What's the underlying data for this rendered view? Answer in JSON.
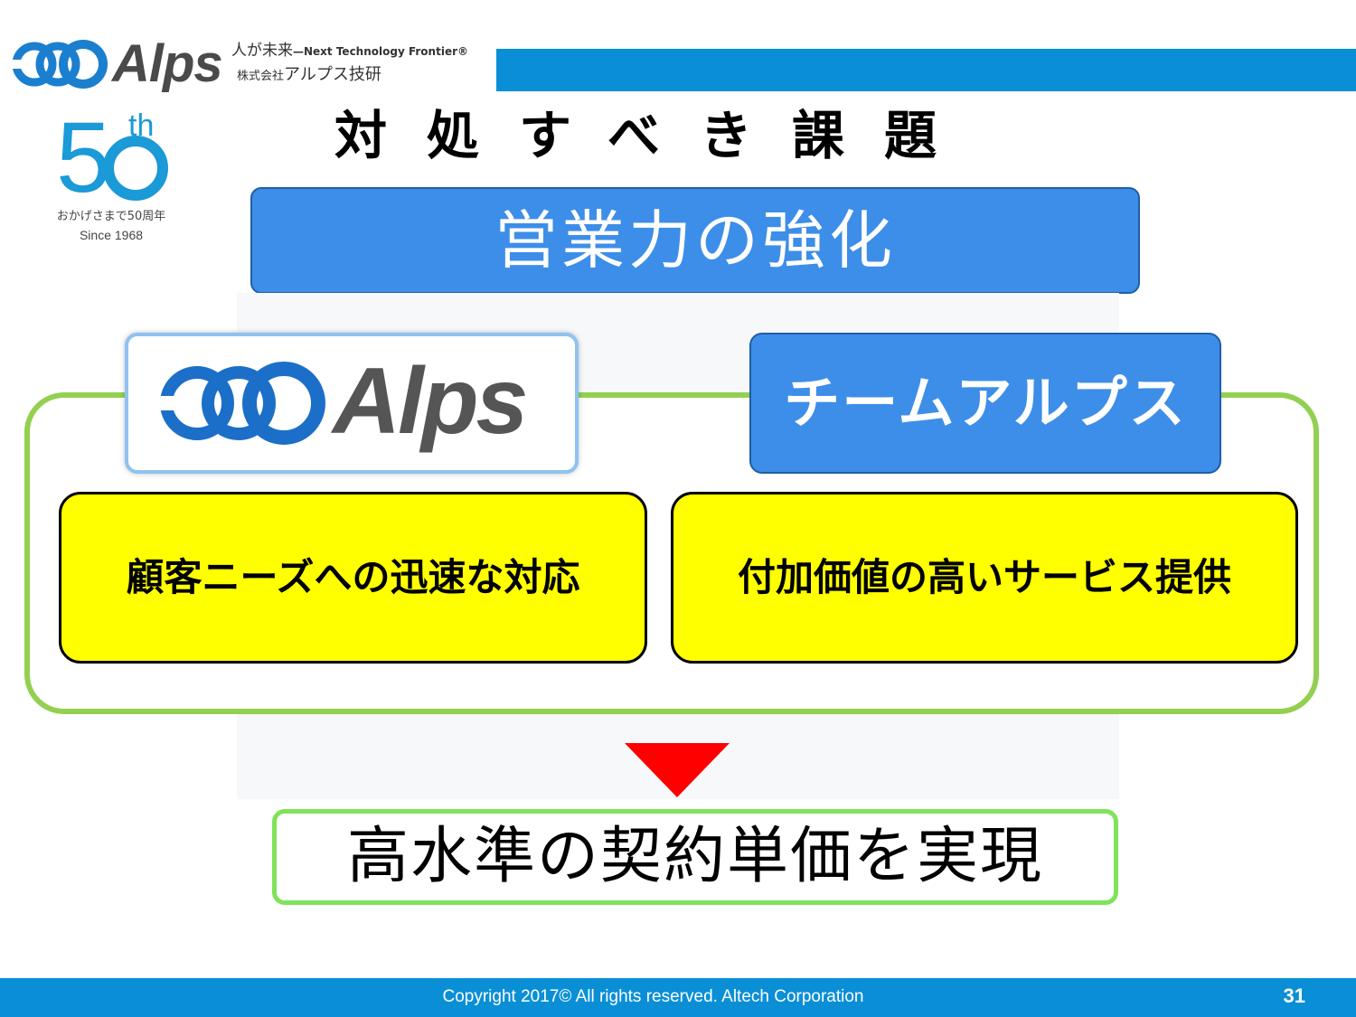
{
  "header": {
    "logo_text": "Alps",
    "tagline_main": "人が未来",
    "tagline_sub": "—Next Technology Frontier®",
    "company_prefix": "株式会社",
    "company_name": "アルプス技研"
  },
  "badge": {
    "number": "5",
    "suffix": "th",
    "caption": "おかげさまで50周年",
    "since": "Since 1968"
  },
  "title": "対処すべき課題",
  "sales_strength": "営業力の強化",
  "alps_logo_text": "Alps",
  "team_alps": "チームアルプス",
  "needs_response": "顧客ニーズへの迅速な対応",
  "value_service": "付加価値の高いサービス提供",
  "result": "高水準の契約単価を実現",
  "footer": {
    "copyright": "Copyright 2017© All rights reserved. Altech Corporation",
    "page_number": "31"
  },
  "colors": {
    "brand_blue": "#0a8fd6",
    "box_blue": "#3d8ee8",
    "frame_green": "#92d050",
    "highlight_yellow": "#ffff00",
    "arrow_red": "#ff0000"
  }
}
